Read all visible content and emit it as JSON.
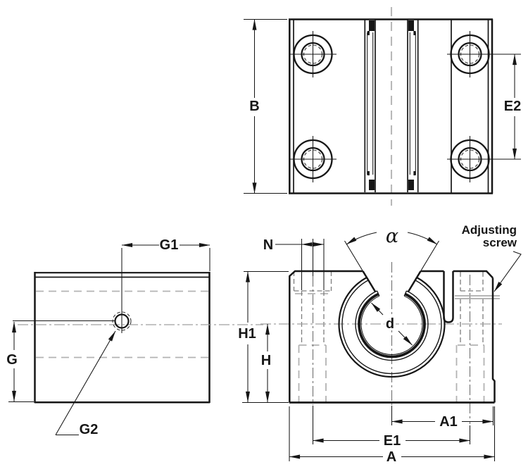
{
  "colors": {
    "ink": "#161616",
    "hidden_line": "#7d7d7d",
    "light_hidden_line": "#b3b3b3",
    "centerline_gray": "#a0a0a0",
    "screw_gray": "#ababab",
    "background": "#ffffff"
  },
  "labels": {
    "top": {
      "b": "B",
      "e2": "E2"
    },
    "side": {
      "g1": "G1",
      "g": "G",
      "g2": "G2"
    },
    "front": {
      "alpha": "α",
      "n": "N",
      "h1": "H1",
      "h": "H",
      "d": "d",
      "a1": "A1",
      "e1": "E1",
      "a": "A",
      "adj1": "Adjusting",
      "adj2": "screw"
    }
  }
}
